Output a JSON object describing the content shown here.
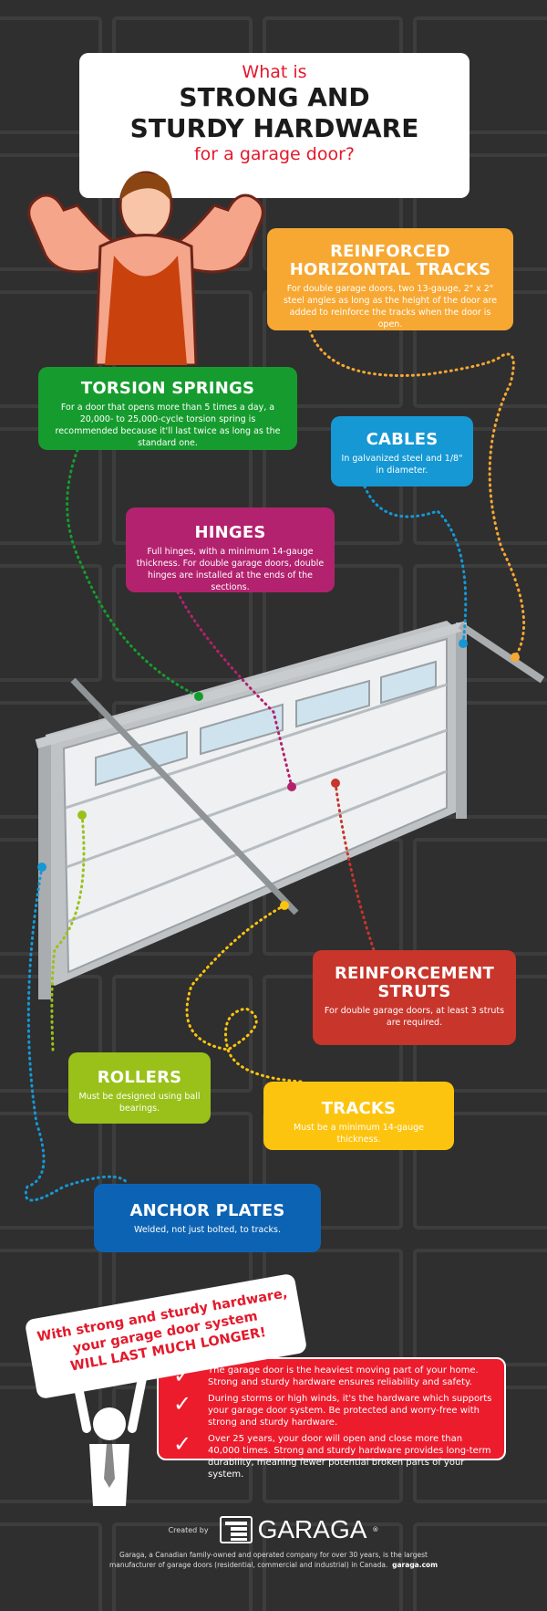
{
  "title": {
    "line1": "What is",
    "line2": "STRONG AND",
    "line3": "STURDY HARDWARE",
    "line4": "for a garage door?"
  },
  "cards": [
    {
      "title": "REINFORCED HORIZONTAL TRACKS",
      "text": "For double garage doors, two 13-gauge, 2\" x 2\" steel angles as long as the height of the door are added to reinforce the tracks when the door is open.",
      "color": "#f7a833"
    },
    {
      "title": "TORSION SPRINGS",
      "text": "For a door that opens more than 5 times a day, a 20,000- to 25,000-cycle torsion spring is recommended because it'll last twice as long as the standard one.",
      "color": "#169c2e"
    },
    {
      "title": "CABLES",
      "text": "In galvanized steel and 1/8\" in diameter.",
      "color": "#1598d4"
    },
    {
      "title": "HINGES",
      "text": "Full hinges, with a minimum 14-gauge thickness. For double garage doors, double hinges are installed at the ends of the sections.",
      "color": "#b3226e"
    },
    {
      "title": "REINFORCEMENT STRUTS",
      "text": "For double garage doors, at least 3 struts are required.",
      "color": "#c8352b"
    },
    {
      "title": "ROLLERS",
      "text": "Must be designed using ball bearings.",
      "color": "#99c11a"
    },
    {
      "title": "TRACKS",
      "text": "Must be a minimum 14-gauge thickness.",
      "color": "#fdc40f"
    },
    {
      "title": "ANCHOR PLATES",
      "text": "Welded, not just bolted, to tracks.",
      "color": "#0c63b3"
    }
  ],
  "banner": {
    "line1": "With strong and sturdy hardware,",
    "line2": "your garage door system",
    "line3": "WILL LAST MUCH LONGER!"
  },
  "benefits": [
    "The garage door is the heaviest moving part of your home. Strong and sturdy hardware ensures reliability and safety.",
    "During storms or high winds, it's the hardware which supports your garage door system. Be protected and worry-free with strong and sturdy hardware.",
    "Over 25 years, your door will open and close more than 40,000 times. Strong and sturdy hardware provides long-term durability, meaning fewer potential broken parts of your system."
  ],
  "footer": {
    "created_by": "Created by",
    "brand": "GARAGA",
    "registered": "®",
    "description": "Garaga, a Canadian family-owned and operated company for over 30 years, is the largest manufacturer of garage doors (residential, commercial and industrial) in Canada.",
    "url": "garaga.com"
  },
  "icons": {
    "check": "✓",
    "checkmark-icon": "check"
  }
}
